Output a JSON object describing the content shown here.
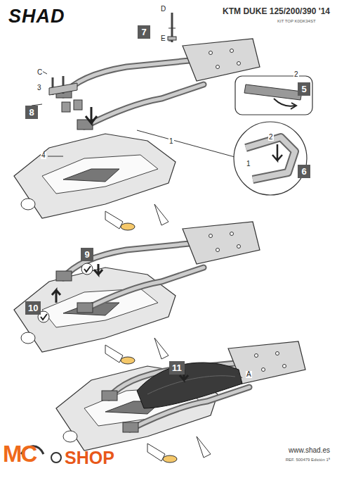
{
  "diagram": {
    "title": "KTM DUKE 125/200/390 '14",
    "labels": [
      "SHAD",
      "KIT TOP K0DK34ST",
      "D",
      "E",
      "7",
      "C",
      "3",
      "8",
      "2",
      "5",
      "1",
      "4",
      "1",
      "2",
      "6",
      "9",
      "10",
      "11",
      "A",
      "www.shad.es",
      "REF. 500479 Edición 1ª",
      "MC",
      "SHOP"
    ]
  }
}
